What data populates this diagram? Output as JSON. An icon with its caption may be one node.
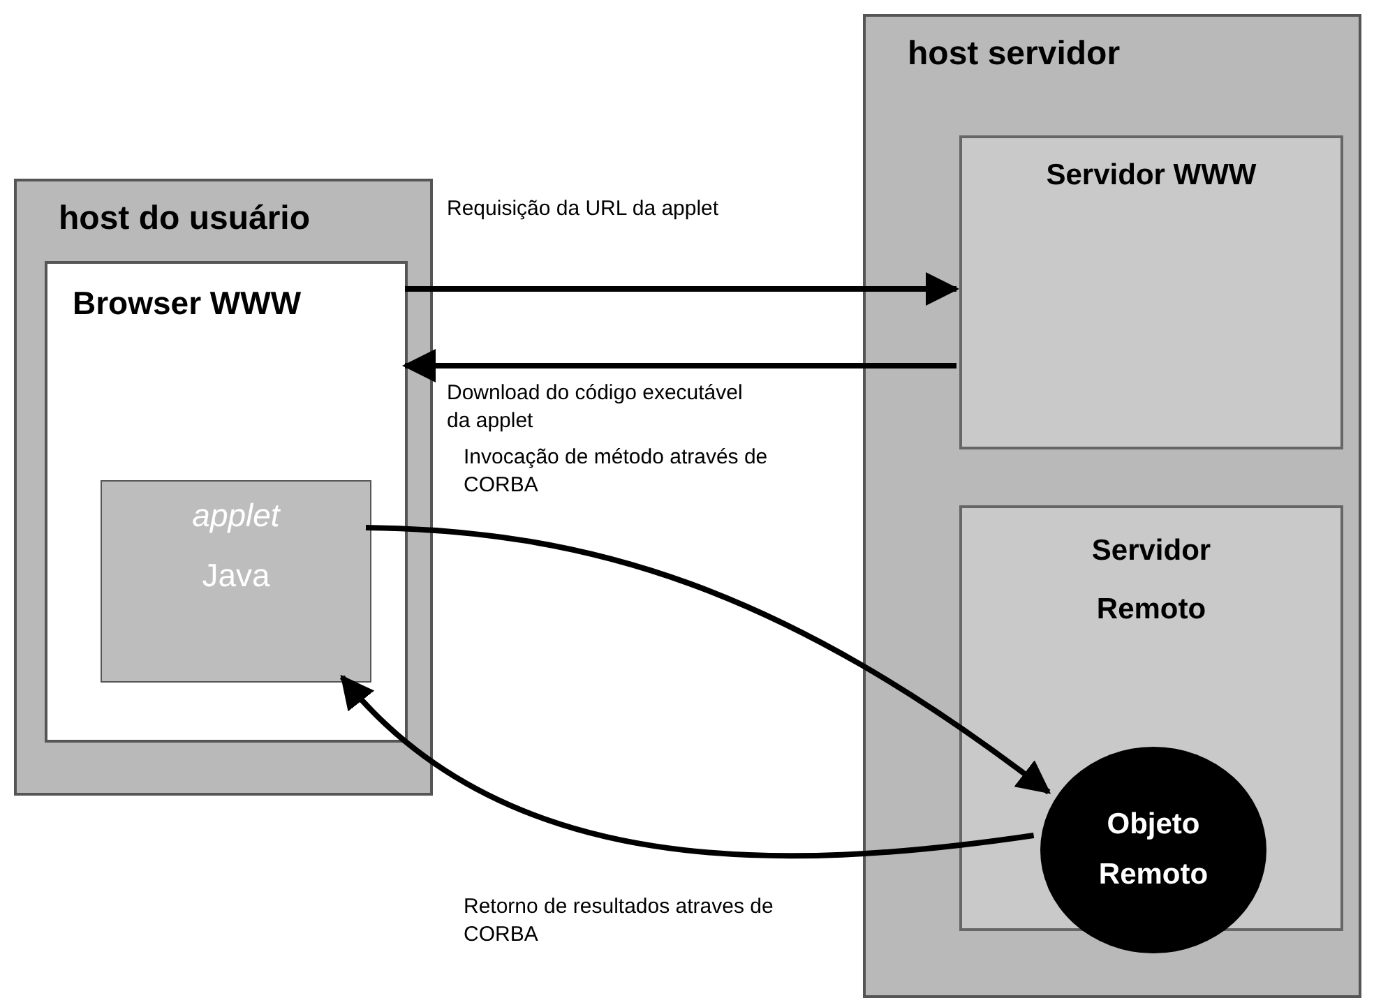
{
  "diagram": {
    "nodes": [
      {
        "text": [
          "host do usuário"
        ]
      },
      {
        "text": [
          "Browser WWW"
        ],
        "in": 0
      },
      {
        "text": [
          "applet",
          "Java"
        ],
        "in": 1
      },
      {
        "text": [
          "host servidor"
        ]
      },
      {
        "text": [
          "Servidor WWW"
        ],
        "in": 3
      },
      {
        "text": [
          "Servidor Remoto"
        ],
        "in": 3
      },
      {
        "text": [
          "Objeto Remoto"
        ],
        "in": 5
      }
    ],
    "edges": [
      {
        "from": 1,
        "to": 4,
        "arrow": "to",
        "label": "Requisição da URL da applet"
      },
      {
        "from": 4,
        "to": 1,
        "arrow": "to",
        "label": "Download do código executável da applet"
      },
      {
        "from": 2,
        "to": 6,
        "arrow": "to",
        "label": "Invocação de método através de CORBA"
      },
      {
        "from": 6,
        "to": 2,
        "arrow": "to",
        "label": "Retorno de resultados atraves de CORBA"
      }
    ]
  }
}
